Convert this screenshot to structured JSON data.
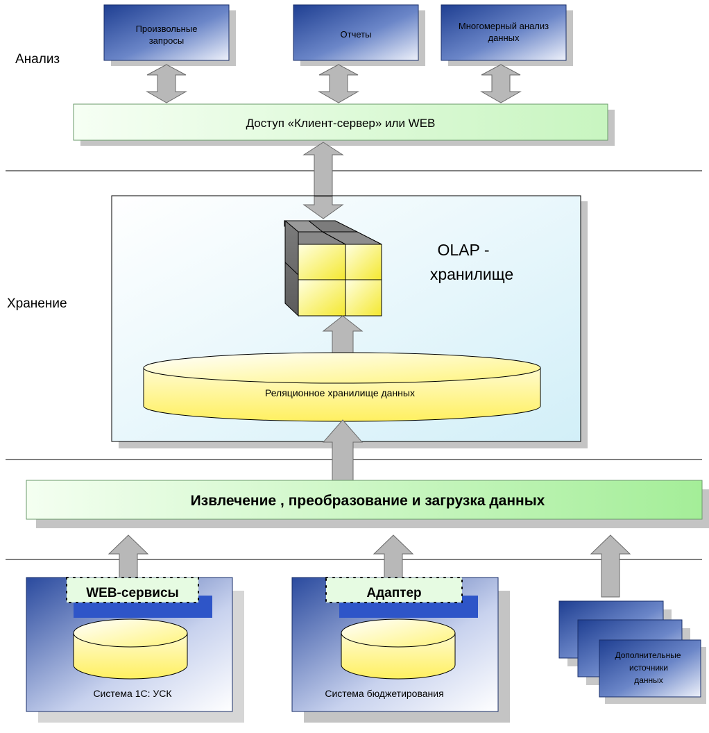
{
  "layers": {
    "analysis": "Анализ",
    "storage": "Хранение"
  },
  "top_boxes": [
    {
      "line1": "Произвольные",
      "line2": "запросы"
    },
    {
      "line1": "Отчеты",
      "line2": ""
    },
    {
      "line1": "Многомерный анализ",
      "line2": "данных"
    }
  ],
  "access_bar": "Доступ «Клиент-сервер» или WEB",
  "olap": {
    "line1": "OLAP -",
    "line2": "хранилище"
  },
  "relational_db": "Реляционное хранилище данных",
  "etl_bar": "Извлечение , преобразование и загрузка данных",
  "sources": {
    "system1": {
      "connector": "WEB-сервисы",
      "label": "Система 1С: УСК"
    },
    "system2": {
      "connector": "Адаптер",
      "label": "Система бюджетирования"
    },
    "extra": {
      "line1": "Дополнительные",
      "line2": "источники",
      "line3": "данных"
    }
  },
  "colors": {
    "box_dark": "#2f52a6",
    "box_light": "#e8ecf8",
    "bar_green_light": "#f2fdf0",
    "bar_green": "#a6ef9a",
    "storage_fill": "#def4fa",
    "cylinder_yellow": "#fff680",
    "arrow_gray": "#b5b5b5"
  }
}
